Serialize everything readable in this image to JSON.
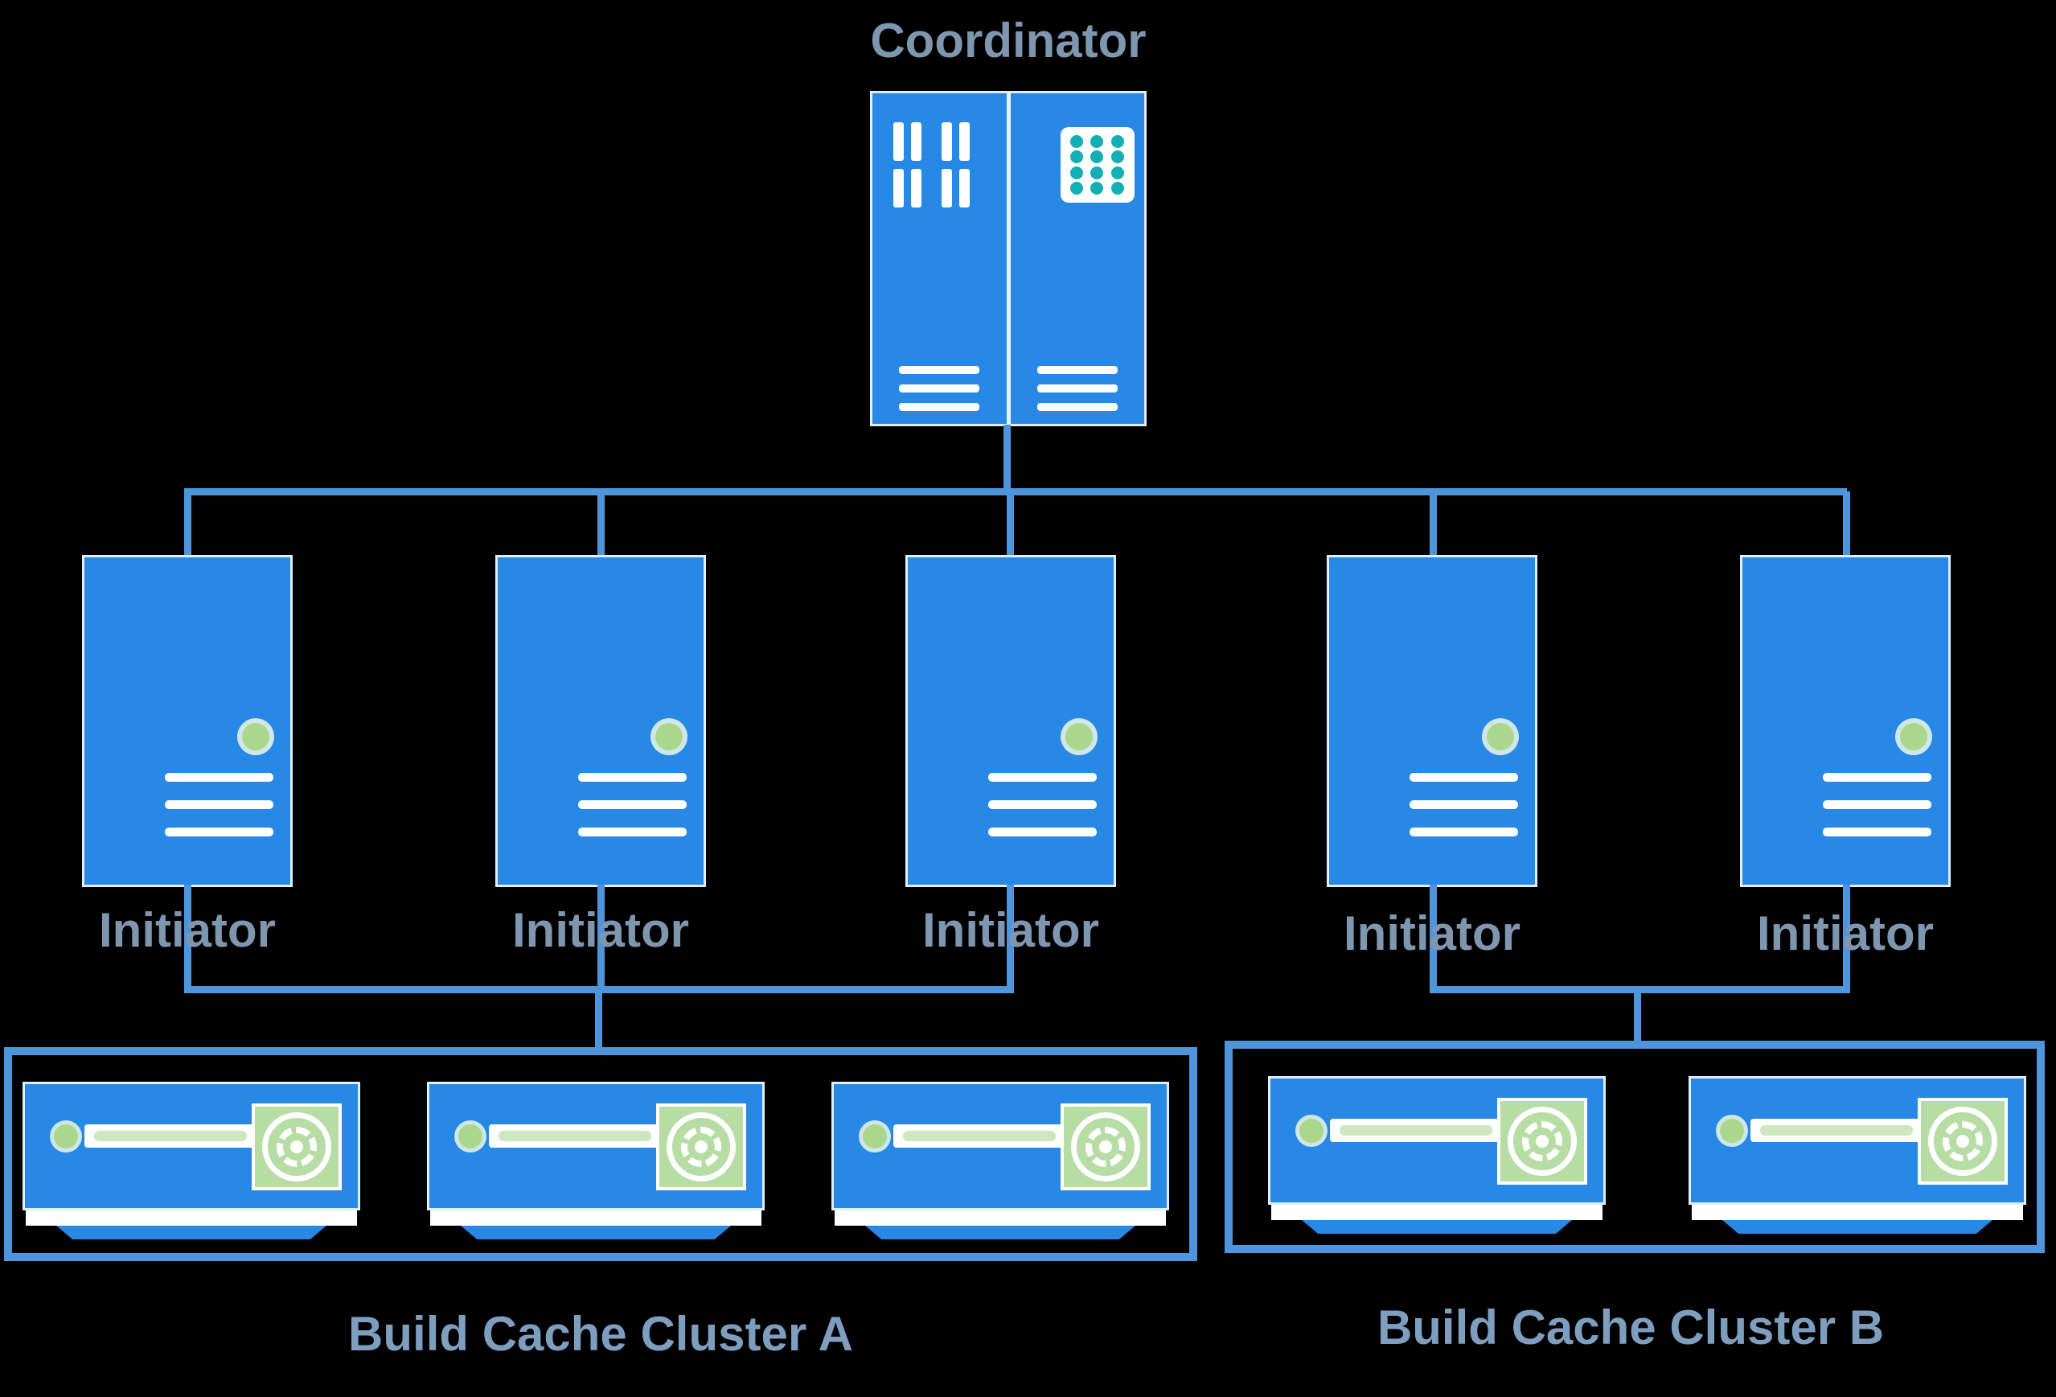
{
  "colors": {
    "bg": "#000000",
    "blue": "#2789E5",
    "line": "#4E95DC",
    "label": "#7E96B0",
    "label-cluster": "#7E9EC0",
    "led-green": "#A9D88C",
    "panel-green": "#B7DDA5",
    "stripe-green": "#CDE7C1",
    "teal": "#12AFB4"
  },
  "diagram": {
    "coordinator": {
      "label": "Coordinator",
      "icon": "server-rack-icon"
    },
    "initiators": [
      {
        "label": "Initiator"
      },
      {
        "label": "Initiator"
      },
      {
        "label": "Initiator"
      },
      {
        "label": "Initiator"
      },
      {
        "label": "Initiator"
      }
    ],
    "clusters": [
      {
        "label": "Build Cache Cluster A",
        "cache_server_count": 3
      },
      {
        "label": "Build Cache Cluster B",
        "cache_server_count": 2
      }
    ]
  }
}
